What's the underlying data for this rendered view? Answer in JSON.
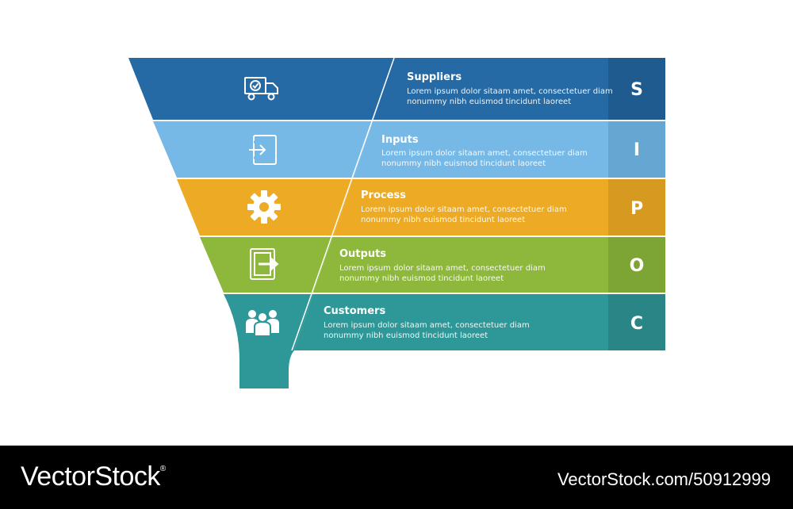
{
  "rows": [
    {
      "title": "Suppliers",
      "desc1": "Lorem ipsum dolor sitaam amet, consectetuer diam",
      "desc2": "nonummy  nibh euismod tincidunt laoreet",
      "letter": "S",
      "color": "#256aa5",
      "letter_color": "#1f5b8e",
      "icon": "truck-icon"
    },
    {
      "title": "Inputs",
      "desc1": "Lorem ipsum dolor sitaam amet, consectetuer diam",
      "desc2": "nonummy  nibh euismod tincidunt laoreet",
      "letter": "I",
      "color": "#76b9e6",
      "letter_color": "#66a6d3",
      "icon": "input-icon"
    },
    {
      "title": "Process",
      "desc1": "Lorem ipsum dolor sitaam amet, consectetuer diam",
      "desc2": "nonummy  nibh euismod tincidunt laoreet",
      "letter": "P",
      "color": "#edaa24",
      "letter_color": "#d69a20",
      "icon": "gear-icon"
    },
    {
      "title": "Outputs",
      "desc1": "Lorem ipsum dolor sitaam amet, consectetuer diam",
      "desc2": "nonummy  nibh euismod tincidunt laoreet",
      "letter": "O",
      "color": "#8db83c",
      "letter_color": "#7da534",
      "icon": "output-icon"
    },
    {
      "title": "Customers",
      "desc1": "Lorem ipsum dolor sitaam amet, consectetuer diam",
      "desc2": "nonummy  nibh euismod tincidunt laoreet",
      "letter": "C",
      "color": "#2e9798",
      "letter_color": "#2a8586",
      "icon": "customers-icon"
    }
  ],
  "footer": {
    "brand": "VectorStock",
    "registered": "®",
    "site": "VectorStock.com/50912999"
  }
}
